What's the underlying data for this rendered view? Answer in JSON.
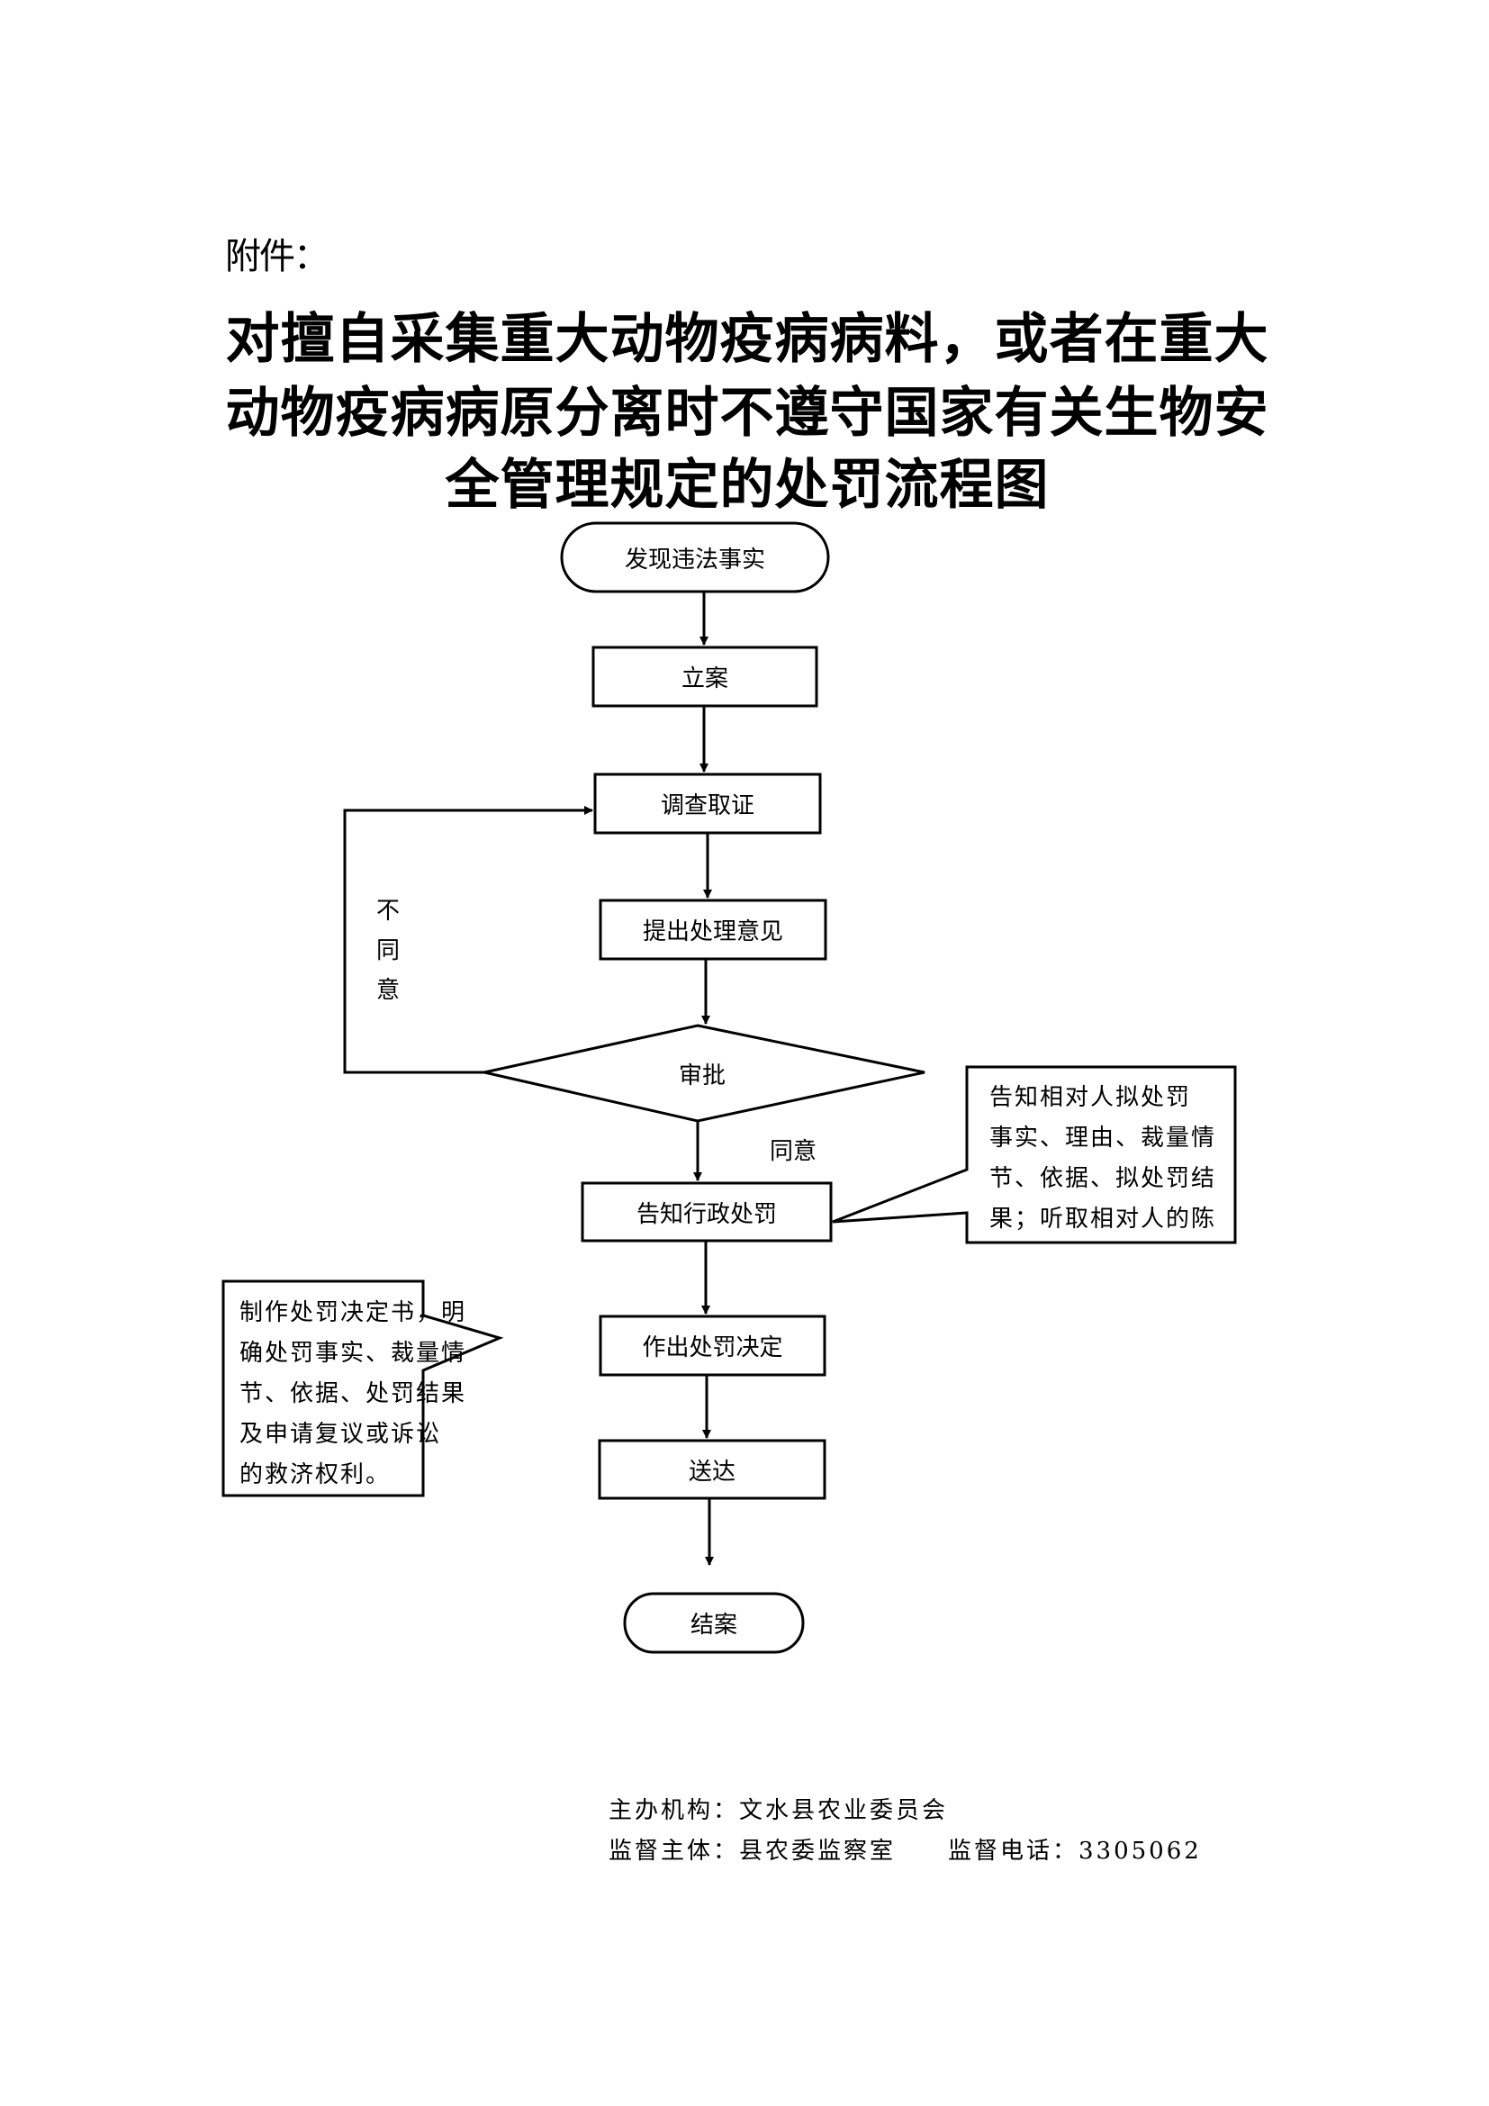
{
  "attachment_label": "附件：",
  "title": {
    "lines": [
      "对擅自采集重大动物疫病病料，或者在重大",
      "动物疫病病原分离时不遵守国家有关生物安",
      "全管理规定的处罚流程图"
    ]
  },
  "flowchart": {
    "nodes": {
      "start": "发现违法事实",
      "file_case": "立案",
      "investigate": "调查取证",
      "propose": "提出处理意见",
      "approve": "审批",
      "notify": "告知行政处罚",
      "decide": "作出处罚决定",
      "deliver": "送达",
      "close": "结案"
    },
    "edge_labels": {
      "disagree": [
        "不",
        "同",
        "意"
      ],
      "agree": "同意"
    },
    "callouts": {
      "notify_note": [
        "告知相对人拟处罚",
        "事实、理由、裁量情",
        "节、依据、拟处罚结",
        "果；听取相对人的陈"
      ],
      "decide_note": [
        "制作处罚决定书，明",
        "确处罚事实、裁量情",
        "节、依据、处罚结果",
        "及申请复议或诉讼",
        "的救济权利。"
      ]
    }
  },
  "footer": {
    "organizer": "主办机构：文水县农业委员会",
    "supervisor": "监督主体：县农委监察室　　监督电话：3305062"
  }
}
